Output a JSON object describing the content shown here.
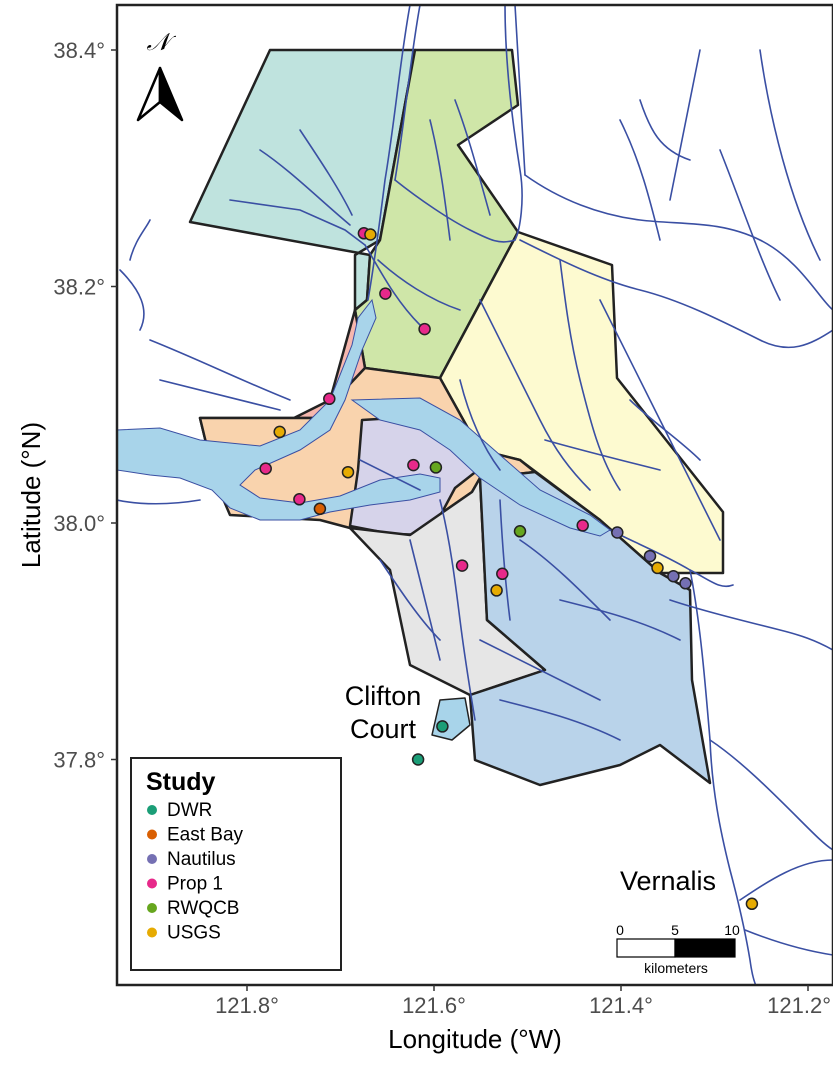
{
  "map": {
    "x_axis_title": "Longitude (°W)",
    "y_axis_title": "Latitude (°N)",
    "x_ticks": [
      "121.8°",
      "121.6°",
      "121.4°",
      "121.2°"
    ],
    "y_ticks": [
      "38.4°",
      "38.2°",
      "38.0°",
      "37.8°"
    ],
    "north_letter": "𝒩",
    "place_labels": {
      "clifton_line1": "Clifton",
      "clifton_line2": "Court",
      "vernalis": "Vernalis"
    },
    "scale_bar": {
      "ticks": [
        "0",
        "5",
        "10"
      ],
      "unit": "kilometers"
    },
    "legend": {
      "title": "Study",
      "items": [
        {
          "label": "DWR",
          "color": "#1b9e77"
        },
        {
          "label": "East Bay",
          "color": "#d95f02"
        },
        {
          "label": "Nautilus",
          "color": "#7570b3"
        },
        {
          "label": "Prop 1",
          "color": "#e7298a"
        },
        {
          "label": "RWQCB",
          "color": "#66a61e"
        },
        {
          "label": "USGS",
          "color": "#e6ab02"
        }
      ]
    },
    "region_colors": {
      "north_west": "#bfe3de",
      "north_east": "#cfe6a8",
      "east": "#fdfad0",
      "west": "#f6b7ae",
      "central": "#f9d3ad",
      "central_island": "#d6d3ea",
      "south": "#e6e6e6",
      "south_east": "#b9d3ea",
      "water": "#a8d4ea",
      "channel": "#3a4fa3"
    },
    "sites": [
      {
        "study": "Prop 1",
        "lon": -121.675,
        "lat": 38.245
      },
      {
        "study": "USGS",
        "lon": -121.668,
        "lat": 38.244
      },
      {
        "study": "Prop 1",
        "lon": -121.652,
        "lat": 38.194
      },
      {
        "study": "Prop 1",
        "lon": -121.61,
        "lat": 38.164
      },
      {
        "study": "Prop 1",
        "lon": -121.712,
        "lat": 38.105
      },
      {
        "study": "USGS",
        "lon": -121.765,
        "lat": 38.077
      },
      {
        "study": "Prop 1",
        "lon": -121.78,
        "lat": 38.046
      },
      {
        "study": "USGS",
        "lon": -121.692,
        "lat": 38.043
      },
      {
        "study": "Prop 1",
        "lon": -121.622,
        "lat": 38.049
      },
      {
        "study": "RWQCB",
        "lon": -121.598,
        "lat": 38.047
      },
      {
        "study": "Prop 1",
        "lon": -121.744,
        "lat": 38.02
      },
      {
        "study": "East Bay",
        "lon": -121.722,
        "lat": 38.012
      },
      {
        "study": "RWQCB",
        "lon": -121.508,
        "lat": 37.993
      },
      {
        "study": "Prop 1",
        "lon": -121.441,
        "lat": 37.998
      },
      {
        "study": "Nautilus",
        "lon": -121.404,
        "lat": 37.992
      },
      {
        "study": "Nautilus",
        "lon": -121.369,
        "lat": 37.972
      },
      {
        "study": "USGS",
        "lon": -121.361,
        "lat": 37.962
      },
      {
        "study": "Nautilus",
        "lon": -121.344,
        "lat": 37.955
      },
      {
        "study": "Nautilus",
        "lon": -121.331,
        "lat": 37.949
      },
      {
        "study": "Prop 1",
        "lon": -121.57,
        "lat": 37.964
      },
      {
        "study": "Prop 1",
        "lon": -121.527,
        "lat": 37.957
      },
      {
        "study": "USGS",
        "lon": -121.533,
        "lat": 37.943
      },
      {
        "study": "DWR",
        "lon": -121.591,
        "lat": 37.828
      },
      {
        "study": "DWR",
        "lon": -121.617,
        "lat": 37.8
      },
      {
        "study": "USGS",
        "lon": -121.26,
        "lat": 37.678
      }
    ]
  }
}
